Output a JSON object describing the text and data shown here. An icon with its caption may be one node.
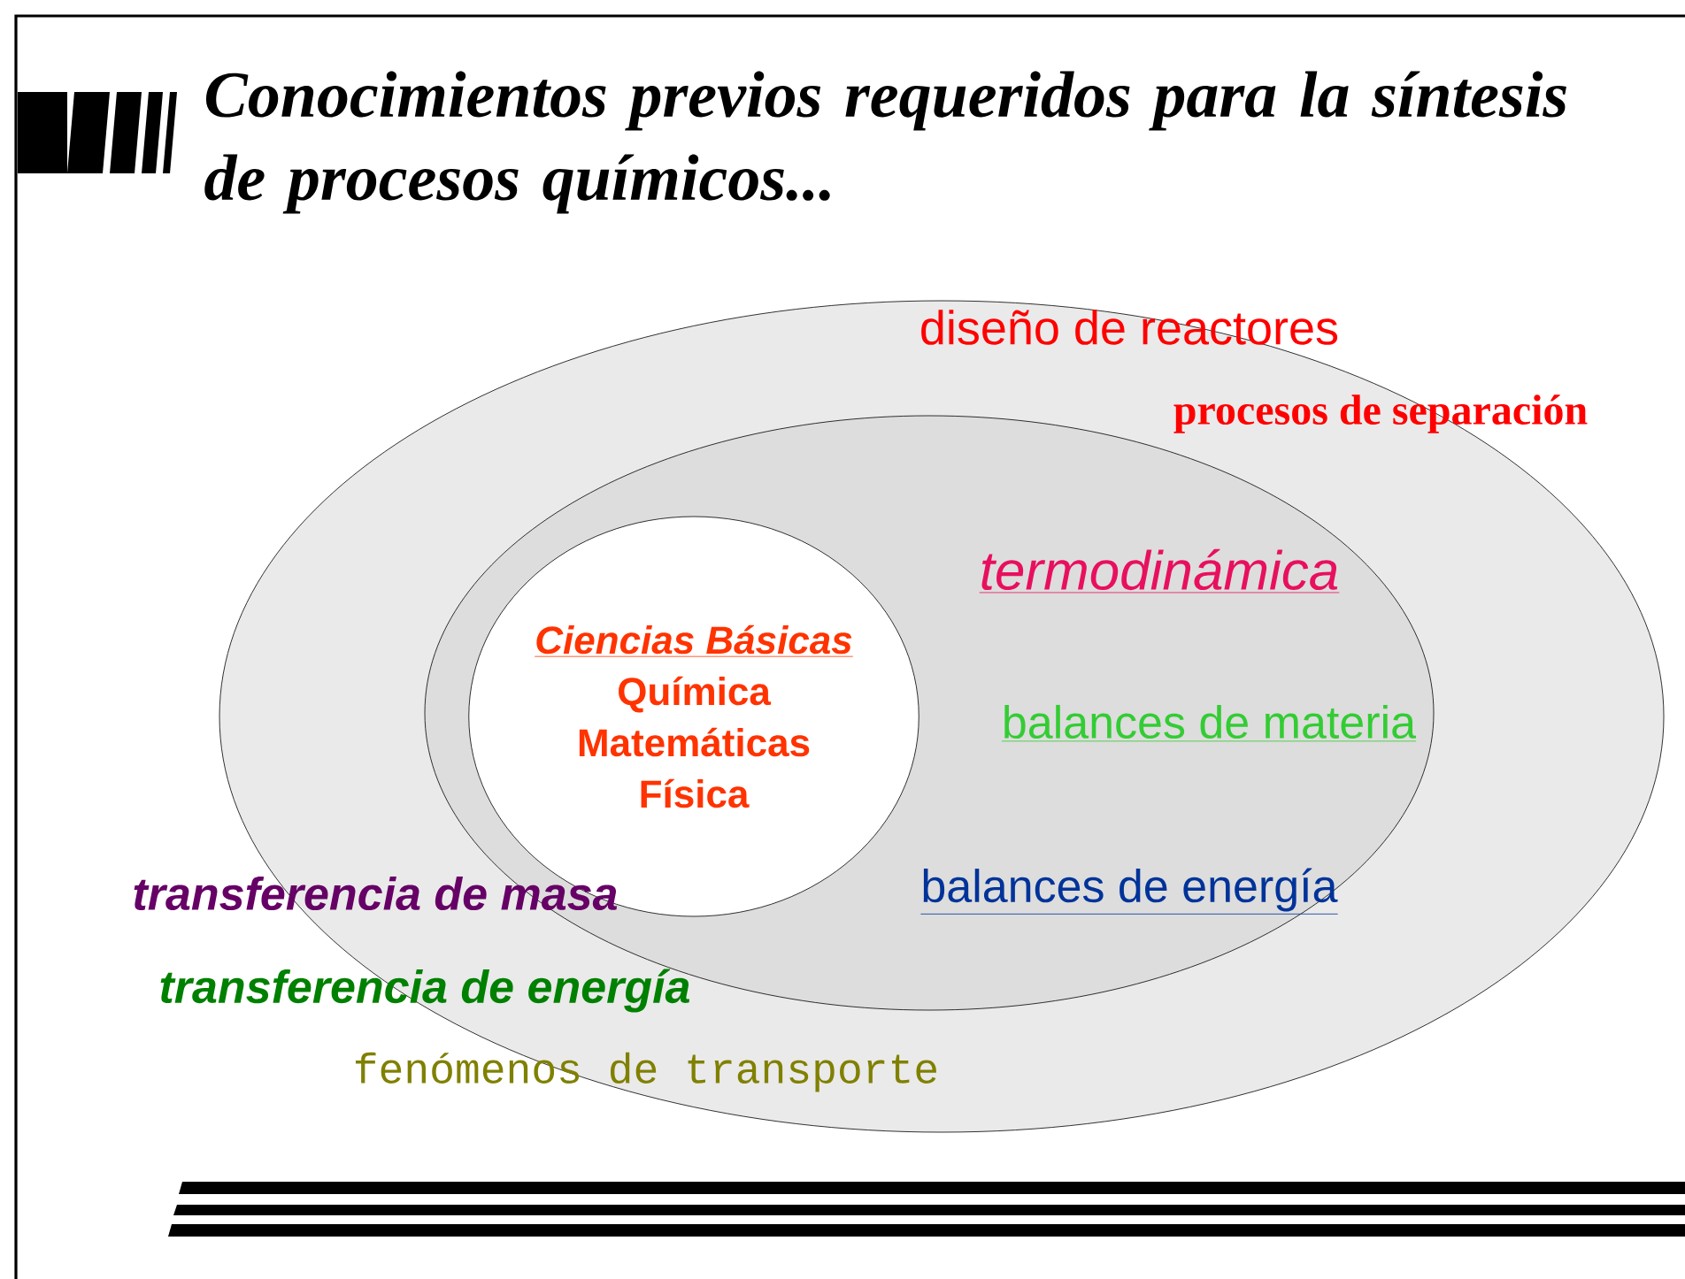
{
  "diagram": {
    "title": "Conocimientos previos requeridos para la síntesis de procesos químicos...",
    "nodes": [
      {
        "text": [],
        "shape": "ellipse"
      },
      {
        "text": [],
        "shape": "ellipse",
        "in": 0
      },
      {
        "text": [
          "Ciencias Básicas",
          "Química",
          "Matemáticas",
          "Física"
        ],
        "in": 1
      }
    ],
    "labels": [
      "diseño de reactores",
      "procesos de separación",
      "termodinámica",
      "balances de materia",
      "balances de energía",
      "transferencia de masa",
      "transferencia de energía",
      "fenómenos de transporte"
    ]
  }
}
